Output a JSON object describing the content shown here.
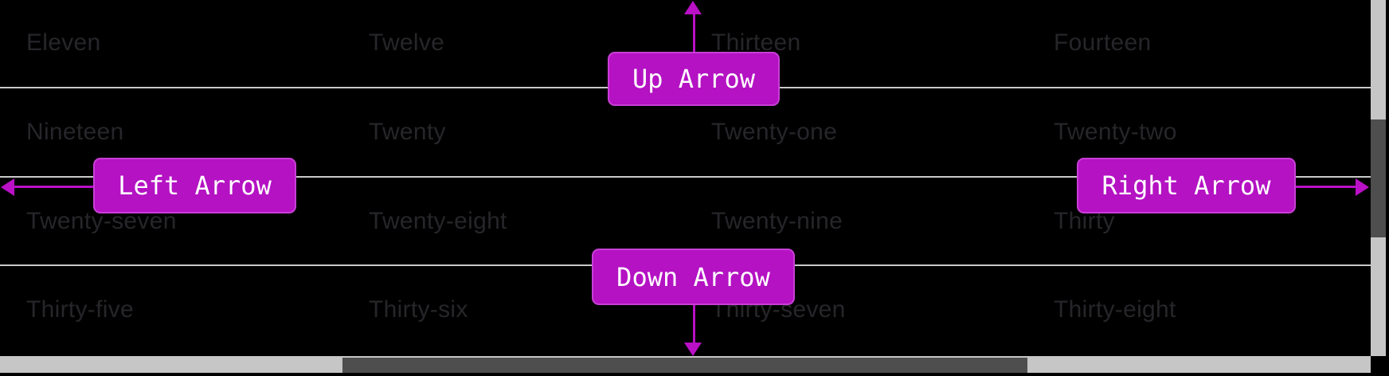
{
  "theme": {
    "background": "#000000",
    "grid_text_color": "#26262a",
    "separator_color": "#c9c9c9",
    "annotation_box_color": "#b412c3",
    "annotation_arrow_color": "#ba10c6",
    "annotation_text_color": "#ffffff",
    "scrollbar_track_color": "#c6c6c6",
    "scrollbar_thumb_color": "#4e4e4e"
  },
  "grid": {
    "rows": [
      {
        "cells": [
          "Eleven",
          "Twelve",
          "Thirteen",
          "Fourteen"
        ]
      },
      {
        "cells": [
          "Nineteen",
          "Twenty",
          "Twenty-one",
          "Twenty-two"
        ]
      },
      {
        "cells": [
          "Twenty-seven",
          "Twenty-eight",
          "Twenty-nine",
          "Thirty"
        ]
      },
      {
        "cells": [
          "Thirty-five",
          "Thirty-six",
          "Thirty-seven",
          "Thirty-eight"
        ]
      }
    ]
  },
  "annotations": {
    "up": {
      "label": "Up Arrow"
    },
    "left": {
      "label": "Left Arrow"
    },
    "right": {
      "label": "Right Arrow"
    },
    "down": {
      "label": "Down Arrow"
    }
  }
}
